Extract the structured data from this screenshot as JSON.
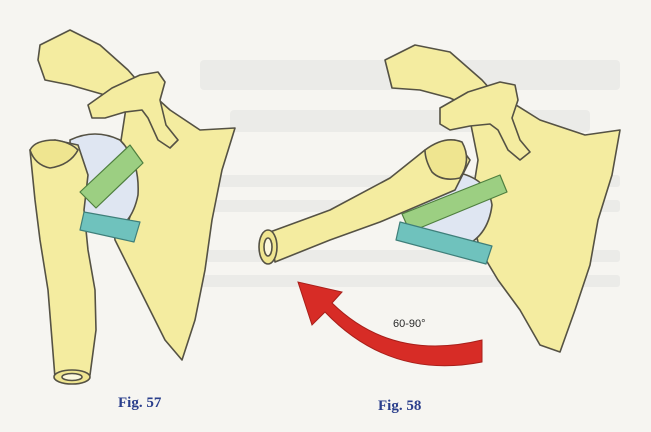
{
  "figures": [
    {
      "caption": "Fig. 57"
    },
    {
      "caption": "Fig. 58",
      "rotation_label": "60-90°"
    }
  ],
  "colors": {
    "bone": "#f4eca0",
    "bone_outline": "#555244",
    "humeral_head": "#dfe6f2",
    "ligament_green": "#9ccf82",
    "ligament_teal": "#6fc2bd",
    "arrow": "#d72c26",
    "caption": "#2b3f8c"
  }
}
